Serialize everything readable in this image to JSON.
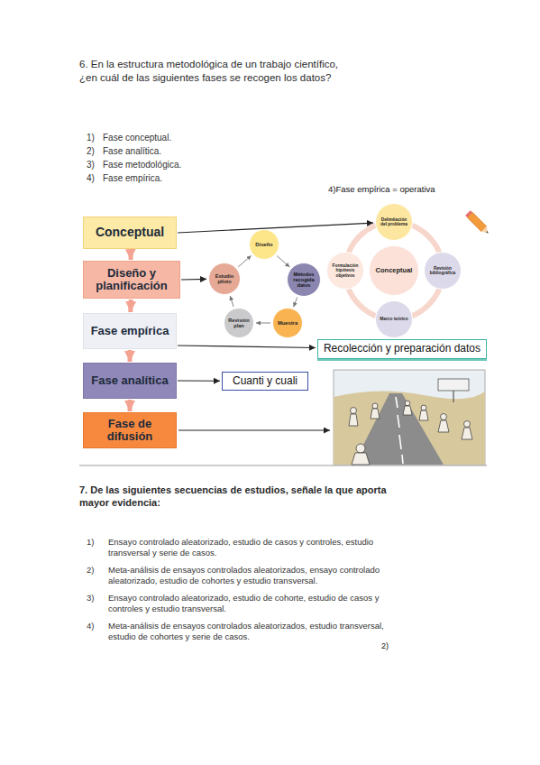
{
  "diagram": {
    "nodes": [
      {
        "text": [
          "Conceptual"
        ]
      },
      {
        "text": [
          "Diseño y planificación"
        ]
      },
      {
        "text": [
          "Fase empírica"
        ]
      },
      {
        "text": [
          "Fase analítica"
        ]
      },
      {
        "text": [
          "Fase de difusión"
        ]
      },
      {
        "text": [
          "Diseño"
        ]
      },
      {
        "text": [
          "Métodos recogida datos"
        ]
      },
      {
        "text": [
          "Muestra"
        ]
      },
      {
        "text": [
          "Revisión plan"
        ]
      },
      {
        "text": [
          "Estudio piloto"
        ]
      },
      {
        "text": [
          "Delimitación del problema"
        ]
      },
      {
        "text": [
          "Formulación hipótesis objetivos"
        ]
      },
      {
        "text": [
          "Conceptual"
        ]
      },
      {
        "text": [
          "Revisión bibliográfica"
        ]
      },
      {
        "text": [
          "Marco teórico"
        ]
      },
      {
        "text": [
          "Recolección y preparación datos"
        ]
      },
      {
        "text": [
          "Cuanti y cuali"
        ]
      }
    ],
    "edges": [
      {
        "from": 0,
        "to": 1,
        "arrow": "to"
      },
      {
        "from": 1,
        "to": 2,
        "arrow": "to"
      },
      {
        "from": 2,
        "to": 3,
        "arrow": "to"
      },
      {
        "from": 3,
        "to": 4,
        "arrow": "to"
      },
      {
        "from": 0,
        "to": 10,
        "arrow": "to"
      },
      {
        "from": 1,
        "to": 9,
        "arrow": "to"
      },
      {
        "from": 2,
        "to": 15,
        "arrow": "to"
      },
      {
        "from": 3,
        "to": 16,
        "arrow": "to"
      },
      {
        "from": 5,
        "to": 6,
        "arrow": "to"
      },
      {
        "from": 6,
        "to": 7,
        "arrow": "to"
      },
      {
        "from": 7,
        "to": 8,
        "arrow": "to"
      },
      {
        "from": 8,
        "to": 9,
        "arrow": "to"
      },
      {
        "from": 9,
        "to": 5,
        "arrow": "to"
      }
    ],
    "labels": [
      "6. En la estructura metodológica de un trabajo científico, ¿en cuál de las siguientes fases se recogen los datos?",
      "1)",
      "Fase conceptual.",
      "2)",
      "Fase analítica.",
      "3)",
      "Fase metodológica.",
      "4)",
      "Fase empírica.",
      "4)Fase empírica = operativa",
      "7. De las siguientes secuencias de estudios, señale la que aporta mayor evidencia:",
      "1)",
      "Ensayo controlado aleatorizado, estudio de casos y controles, estudio transversal y serie de casos.",
      "2)",
      "Meta-análisis de ensayos controlados aleatorizados, ensayo controlado aleatorizado, estudio de cohortes y estudio transversal.",
      "3)",
      "Ensayo controlado aleatorizado, estudio de cohorte, estudio de casos y controles y estudio transversal.",
      "4)",
      "Meta-análisis de ensayos controlados aleatorizados, estudio transversal, estudio de cohortes y serie de casos.",
      "2)"
    ]
  }
}
